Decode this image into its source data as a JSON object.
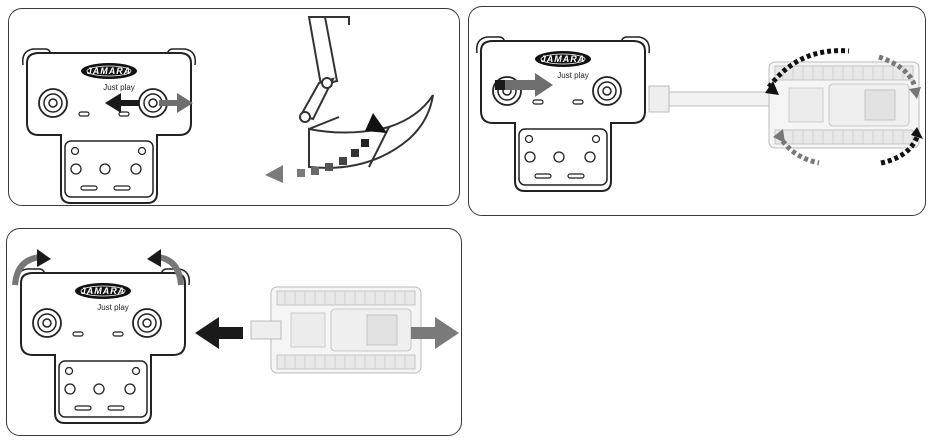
{
  "brand": {
    "logo": "JAMARA",
    "tagline": "Just play"
  },
  "panels": [
    {
      "id": "bucket",
      "action": "right-stick-left-right",
      "arrow_colors": [
        "#1a1a1a",
        "#6e6e6e"
      ]
    },
    {
      "id": "rotate",
      "action": "left-stick-right",
      "arrow_colors": [
        "#6e6e6e",
        "#1a1a1a"
      ]
    },
    {
      "id": "drive",
      "action": "both-sticks-rotate",
      "arrow_colors": [
        "#1a1a1a",
        "#6e6e6e"
      ]
    }
  ],
  "colors": {
    "dark_arrow": "#1a1a1a",
    "grey_arrow": "#6e6e6e",
    "outline": "#2a2a2a"
  }
}
